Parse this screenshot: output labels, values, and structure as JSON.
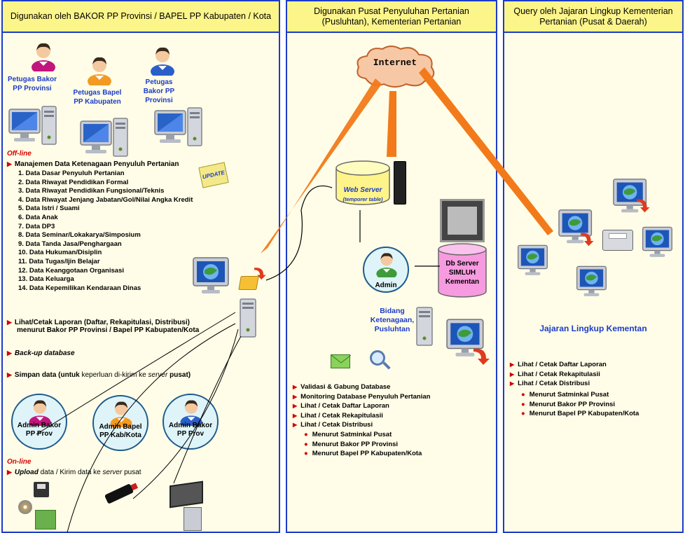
{
  "columns": {
    "left": {
      "title": "Digunakan oleh BAKOR PP Provinsi / BAPEL PP Kabupaten / Kota"
    },
    "middle": {
      "title": "Digunakan Pusat Penyuluhan Pertanian (Pusluhtan), Kementerian Pertanian"
    },
    "right": {
      "title": "Query oleh Jajaran Lingkup Kementerian Pertanian (Pusat & Daerah)"
    }
  },
  "left": {
    "users": [
      {
        "label": "Petugas Bakor PP Provinsi"
      },
      {
        "label": "Petugas Bapel PP Kabupaten"
      },
      {
        "label": "Petugas Bakor PP Provinsi"
      }
    ],
    "offline_label": "Off-line",
    "manage_title": "Manajemen Data Ketenagaan Penyuluh Pertanian",
    "data_items": [
      "1. Data Dasar Penyuluh Pertanian",
      "2. Data Riwayat Pendidikan Formal",
      "3. Data Riwayat Pendidikan Fungsional/Teknis",
      "4. Data Riwayat Jenjang Jabatan/Gol/Nilai Angka Kredit",
      "5. Data Istri / Suami",
      "6. Data Anak",
      "7. Data DP3",
      "8. Data Seminar/Lokakarya/Simposium",
      "9. Data Tanda Jasa/Penghargaan",
      "10. Data Hukuman/Disiplin",
      "11. Data Tugas/Ijin Belajar",
      "12. Data Keanggotaan Organisasi",
      "13. Data Keluarga",
      "14. Data Kepemilikan Kendaraan Dinas"
    ],
    "report_line1": "Lihat/Cetak Laporan (Daftar, Rekapitulasi, Distribusi)",
    "report_line2": "menurut Bakor PP Provinsi / Bapel PP Kabupaten/Kota",
    "backup": "Back-up database",
    "save_prefix": "Simpan data (untuk ",
    "save_mid": "keperluan di-kirim ke ",
    "save_server": "server",
    "save_suffix": " pusat)",
    "update_sticker": "UPDATE",
    "admins": [
      {
        "label": "Admin Bakor PP Prov"
      },
      {
        "label": "Admin Bapel PP Kab/Kota"
      },
      {
        "label": "Admin Bakor PP Prov"
      }
    ],
    "online_label": "On-line",
    "upload_prefix": "Upload",
    "upload_mid": " data / Kirim data ke ",
    "upload_server": "server",
    "upload_suffix": " pusat"
  },
  "middle": {
    "internet": "Internet",
    "webserver_title": "Web Server",
    "webserver_sub": "(temporer table)",
    "admin": "Admin",
    "db_server": "Db Server SIMLUH Kementan",
    "bidang": "Bidang Ketenagaan, Pusluhtan",
    "functions": [
      "Validasi & Gabung Database",
      "Monitoring Database Penyuluh Pertanian",
      "Lihat / Cetak Daftar Laporan",
      "Lihat / Cetak Rekapitulasii",
      "Lihat / Cetak Distribusi"
    ],
    "distribusi": [
      "Menurut Satminkal Pusat",
      "Menurut Bakor PP Provinsi",
      "Menurut Bapel PP Kabupaten/Kota"
    ]
  },
  "right": {
    "title": "Jajaran Lingkup Kementan",
    "functions": [
      "Lihat / Cetak Daftar Laporan",
      "Lihat / Cetak Rekapitulasii",
      "Lihat / Cetak Distribusi"
    ],
    "distribusi": [
      "Menurut Satminkal Pusat",
      "Menurut Bakor PP Provinsi",
      "Menurut Bapel PP Kabupaten/Kota"
    ]
  },
  "colors": {
    "border": "#1c3cc8",
    "header": "#fcf58a",
    "accent": "#d40000",
    "lightning": "#f27a1a",
    "db": "#f79be0"
  }
}
